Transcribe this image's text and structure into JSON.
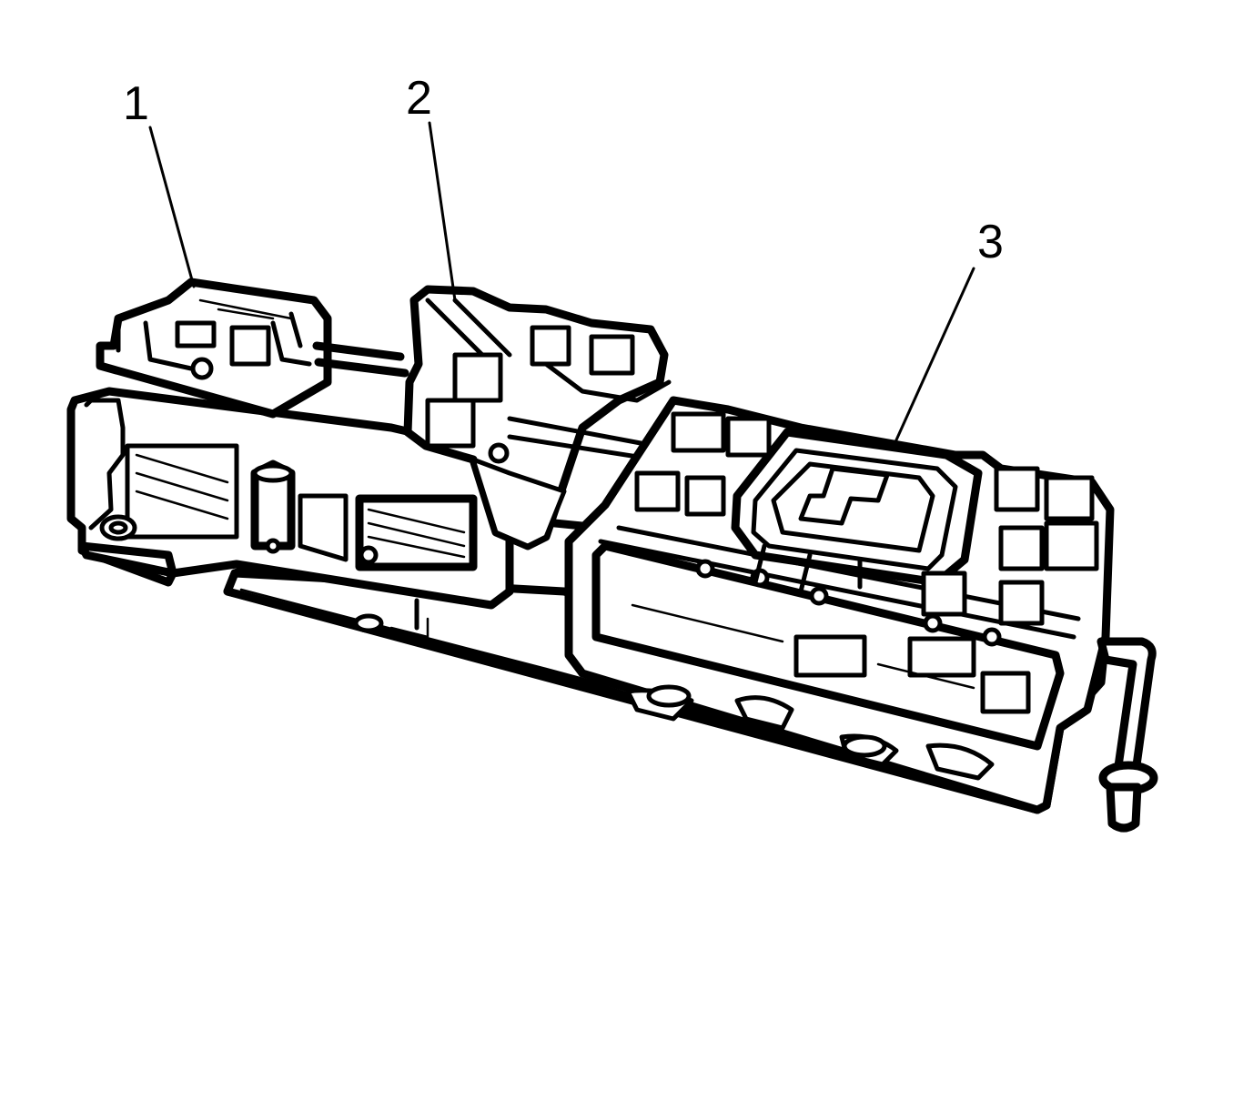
{
  "callouts": [
    {
      "id": "callout-1",
      "label": "1"
    },
    {
      "id": "callout-2",
      "label": "2"
    },
    {
      "id": "callout-3",
      "label": "3"
    }
  ],
  "colors": {
    "ink": "#000000",
    "background": "#ffffff"
  }
}
